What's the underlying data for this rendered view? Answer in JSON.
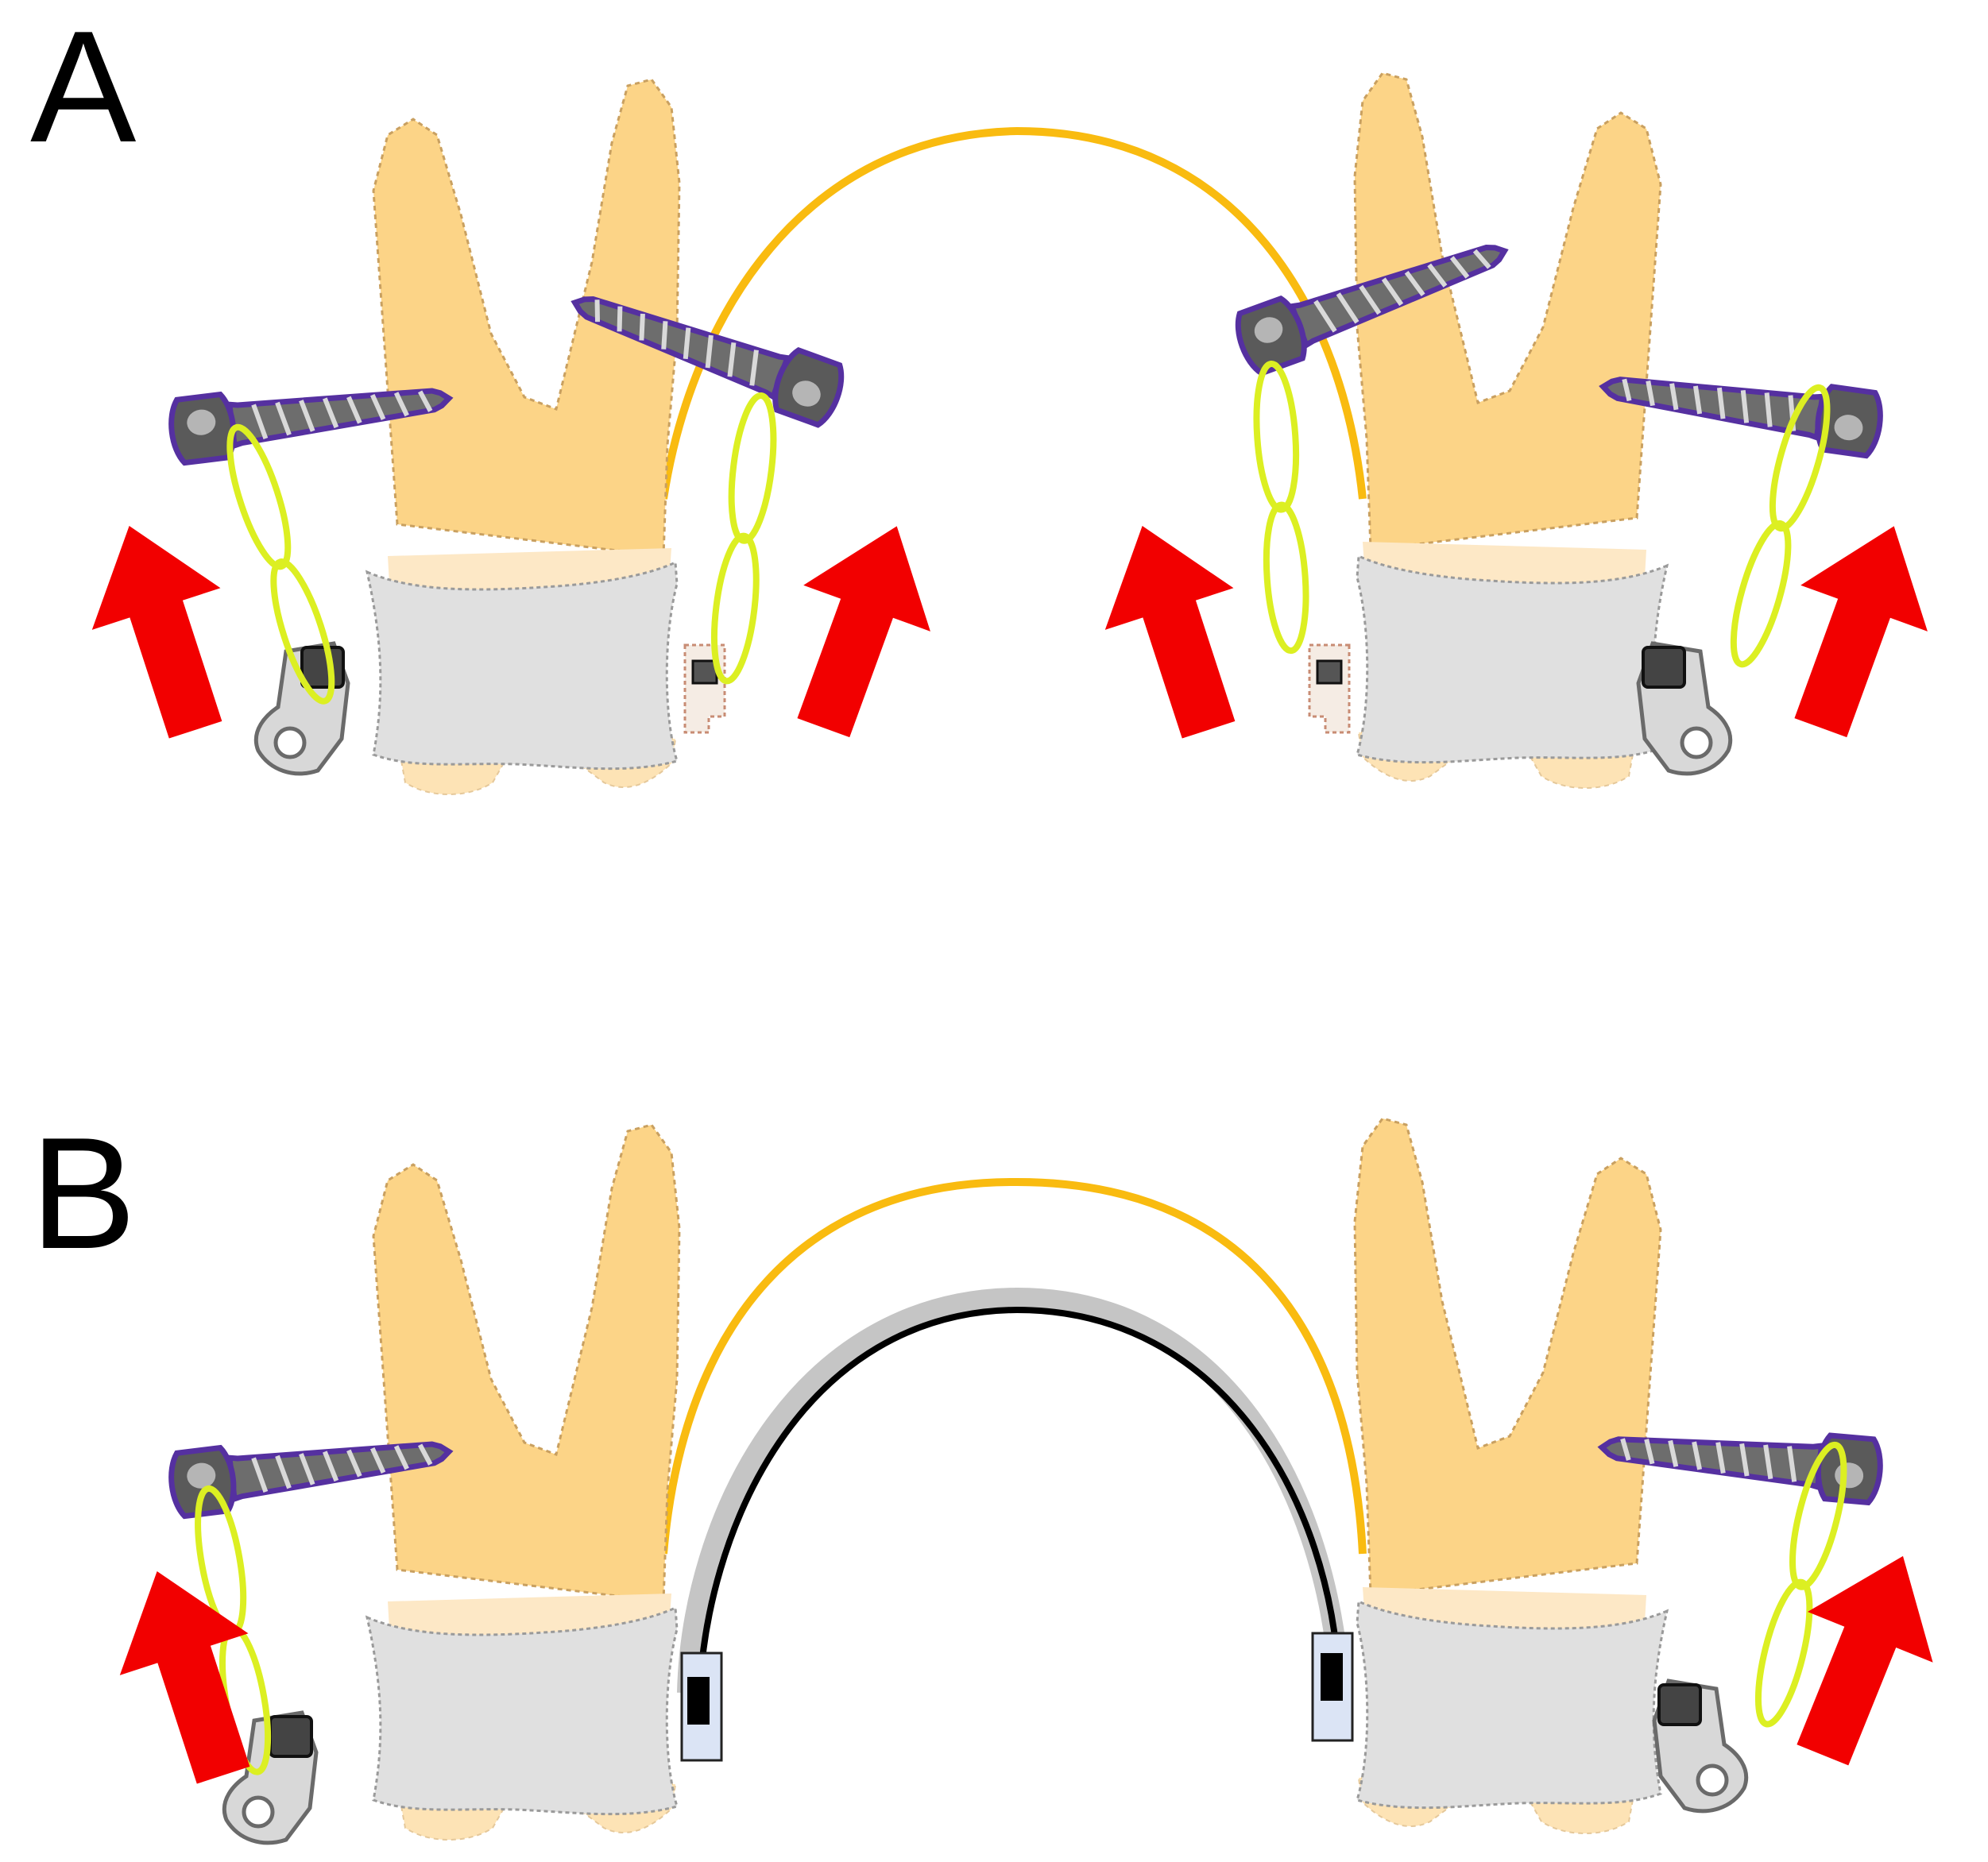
{
  "figure": {
    "panels": [
      {
        "id": "A",
        "label": "A",
        "mode": "four-screw-intrusion"
      },
      {
        "id": "B",
        "label": "B",
        "mode": "two-screw-with-palatal-arch"
      }
    ]
  },
  "colors": {
    "tooth_root": "#fcd487",
    "tooth_crown": "#fde3b5",
    "enamel_band": "#fde8c6",
    "molar_band": "#e0e0e0",
    "transpalatal_arch": "#f9bb10",
    "elastic_chain": "#dcef22",
    "arrow": "#f20000",
    "screw_outline": "#5530a0",
    "screw_body": "#6d6d6d",
    "bracket": "#555555",
    "palatal_bar_outer": "#c5c5c5",
    "palatal_bar_inner": "#000000",
    "sheath": "#dbe4f5"
  },
  "icons": {
    "screw": "mini-screw-icon",
    "arrow": "intrusion-arrow-icon",
    "elastic": "elastic-chain-icon"
  }
}
